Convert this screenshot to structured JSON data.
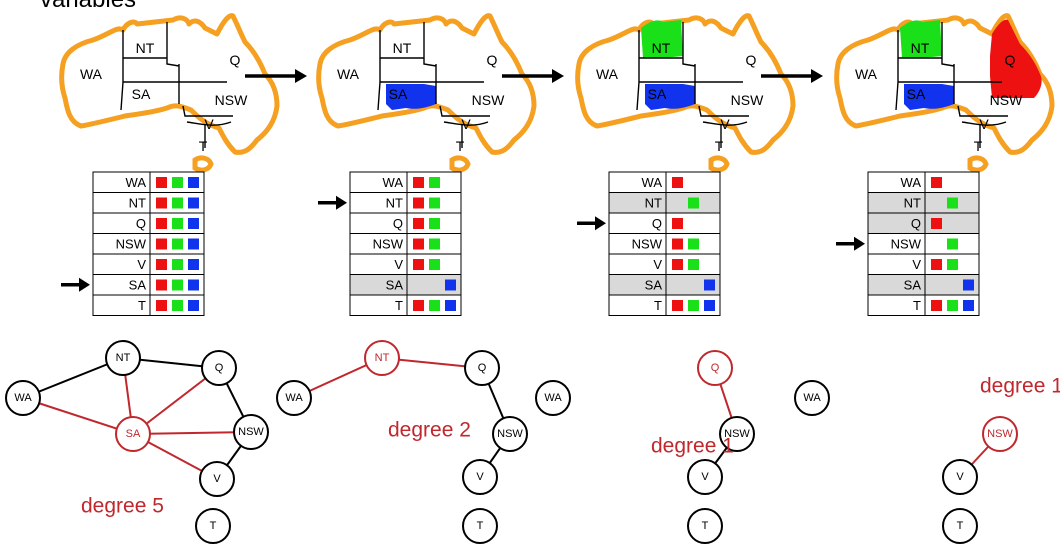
{
  "title": "variables",
  "colors": {
    "red": "#ee1111",
    "green": "#19e019",
    "blue": "#1133ee",
    "highlight": "#d9d9d9",
    "accent": "#c0282d",
    "outline": "#f5a020"
  },
  "regions": [
    "WA",
    "NT",
    "SA",
    "Q",
    "NSW",
    "V",
    "T"
  ],
  "rows": [
    "WA",
    "NT",
    "Q",
    "NSW",
    "V",
    "SA",
    "T"
  ],
  "panels": [
    {
      "map_fill": {},
      "domains": {
        "WA": [
          "r",
          "g",
          "b"
        ],
        "NT": [
          "r",
          "g",
          "b"
        ],
        "Q": [
          "r",
          "g",
          "b"
        ],
        "NSW": [
          "r",
          "g",
          "b"
        ],
        "V": [
          "r",
          "g",
          "b"
        ],
        "SA": [
          "r",
          "g",
          "b"
        ],
        "T": [
          "r",
          "g",
          "b"
        ]
      },
      "shaded_rows": [],
      "arrow_row": "SA",
      "graph": {
        "nodes": [
          {
            "id": "NT",
            "label": "NT",
            "active": false
          },
          {
            "id": "Q",
            "label": "Q",
            "active": false
          },
          {
            "id": "WA",
            "label": "WA",
            "active": false
          },
          {
            "id": "SA",
            "label": "SA",
            "active": true
          },
          {
            "id": "NSW",
            "label": "NSW",
            "active": false
          },
          {
            "id": "V",
            "label": "V",
            "active": false
          },
          {
            "id": "T",
            "label": "T",
            "active": false
          }
        ],
        "edges": [
          {
            "from": "WA",
            "to": "NT",
            "active": false
          },
          {
            "from": "NT",
            "to": "Q",
            "active": false
          },
          {
            "from": "Q",
            "to": "NSW",
            "active": false
          },
          {
            "from": "NSW",
            "to": "V",
            "active": false
          },
          {
            "from": "WA",
            "to": "SA",
            "active": true
          },
          {
            "from": "NT",
            "to": "SA",
            "active": true
          },
          {
            "from": "Q",
            "to": "SA",
            "active": true
          },
          {
            "from": "NSW",
            "to": "SA",
            "active": true
          },
          {
            "from": "V",
            "to": "SA",
            "active": true
          }
        ],
        "degree_label": "degree 5"
      }
    },
    {
      "map_fill": {
        "SA": "blue"
      },
      "domains": {
        "WA": [
          "r",
          "g"
        ],
        "NT": [
          "r",
          "g"
        ],
        "Q": [
          "r",
          "g"
        ],
        "NSW": [
          "r",
          "g"
        ],
        "V": [
          "r",
          "g"
        ],
        "SA": [
          "b"
        ],
        "T": [
          "r",
          "g",
          "b"
        ]
      },
      "shaded_rows": [
        "SA"
      ],
      "arrow_row": "NT",
      "graph": {
        "nodes": [
          {
            "id": "NT",
            "label": "NT",
            "active": true
          },
          {
            "id": "WA",
            "label": "WA",
            "active": false
          },
          {
            "id": "Q",
            "label": "Q",
            "active": false
          },
          {
            "id": "NSW",
            "label": "NSW",
            "active": false
          },
          {
            "id": "V",
            "label": "V",
            "active": false
          },
          {
            "id": "T",
            "label": "T",
            "active": false
          }
        ],
        "edges": [
          {
            "from": "WA",
            "to": "NT",
            "active": true
          },
          {
            "from": "NT",
            "to": "Q",
            "active": true
          },
          {
            "from": "Q",
            "to": "NSW",
            "active": false
          },
          {
            "from": "NSW",
            "to": "V",
            "active": false
          }
        ],
        "degree_label": "degree 2"
      }
    },
    {
      "map_fill": {
        "SA": "blue",
        "NT": "green"
      },
      "domains": {
        "WA": [
          "r"
        ],
        "NT": [
          "g"
        ],
        "Q": [
          "r"
        ],
        "NSW": [
          "r",
          "g"
        ],
        "V": [
          "r",
          "g"
        ],
        "SA": [
          "b"
        ],
        "T": [
          "r",
          "g",
          "b"
        ]
      },
      "shaded_rows": [
        "NT",
        "SA"
      ],
      "arrow_row": "Q",
      "graph": {
        "nodes": [
          {
            "id": "WA",
            "label": "WA",
            "active": false
          },
          {
            "id": "Q",
            "label": "Q",
            "active": true
          },
          {
            "id": "NSW",
            "label": "NSW",
            "active": false
          },
          {
            "id": "V",
            "label": "V",
            "active": false
          },
          {
            "id": "T",
            "label": "T",
            "active": false
          }
        ],
        "edges": [
          {
            "from": "Q",
            "to": "NSW",
            "active": true
          },
          {
            "from": "NSW",
            "to": "V",
            "active": false
          }
        ],
        "degree_label": "degree 1"
      }
    },
    {
      "map_fill": {
        "SA": "blue",
        "NT": "green",
        "Q": "red"
      },
      "domains": {
        "WA": [
          "r"
        ],
        "NT": [
          "g"
        ],
        "Q": [
          "r"
        ],
        "NSW": [
          "g"
        ],
        "V": [
          "r",
          "g"
        ],
        "SA": [
          "b"
        ],
        "T": [
          "r",
          "g",
          "b"
        ]
      },
      "shaded_rows": [
        "NT",
        "Q",
        "SA"
      ],
      "arrow_row": "NSW",
      "graph": {
        "nodes": [
          {
            "id": "WA",
            "label": "WA",
            "active": false
          },
          {
            "id": "NSW",
            "label": "NSW",
            "active": true
          },
          {
            "id": "V",
            "label": "V",
            "active": false
          },
          {
            "id": "T",
            "label": "T",
            "active": false
          }
        ],
        "edges": [
          {
            "from": "NSW",
            "to": "V",
            "active": true
          }
        ],
        "degree_label": "degree 1"
      }
    }
  ]
}
